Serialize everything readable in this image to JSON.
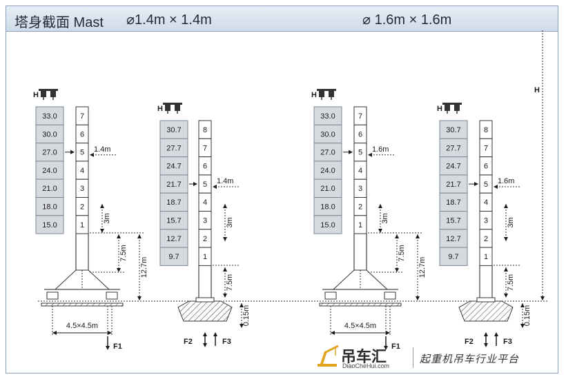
{
  "header": {
    "left_title": "塔身截面 Mast",
    "left_size": "⌀1.4m × 1.4m",
    "right_size": "⌀ 1.6m × 1.6m"
  },
  "panels": [
    {
      "key": "a",
      "heights": [
        "33.0",
        "30.0",
        "27.0",
        "24.0",
        "21.0",
        "18.0",
        "15.0"
      ],
      "sections": [
        "7",
        "6",
        "5",
        "4",
        "3",
        "2",
        "1"
      ],
      "mast_width": "1.4m",
      "dims": [
        "3m",
        "7.5m",
        "12.7m"
      ],
      "base": "4.5×4.5m",
      "force": "F1"
    },
    {
      "key": "b",
      "heights": [
        "30.7",
        "27.7",
        "24.7",
        "21.7",
        "18.7",
        "15.7",
        "12.7",
        "9.7"
      ],
      "sections": [
        "8",
        "7",
        "6",
        "5",
        "4",
        "3",
        "2",
        "1"
      ],
      "mast_width": "1.4m",
      "dims": [
        "3m",
        "7.5m",
        "0.15m"
      ],
      "forces": [
        "F2",
        "F3"
      ]
    },
    {
      "key": "c",
      "heights": [
        "33.0",
        "30.0",
        "27.0",
        "24.0",
        "21.0",
        "18.0",
        "15.0"
      ],
      "sections": [
        "7",
        "6",
        "5",
        "4",
        "3",
        "2",
        "1"
      ],
      "mast_width": "1.6m",
      "dims": [
        "3m",
        "7.5m",
        "12.7m"
      ],
      "base": "4.5×4.5m",
      "force": "F1"
    },
    {
      "key": "d",
      "heights": [
        "30.7",
        "27.7",
        "24.7",
        "21.7",
        "18.7",
        "15.7",
        "12.7",
        "9.7"
      ],
      "sections": [
        "8",
        "7",
        "6",
        "5",
        "4",
        "3",
        "2",
        "1"
      ],
      "mast_width": "1.6m",
      "dims": [
        "3m",
        "7.5m",
        "0.15m"
      ],
      "forces": [
        "F2",
        "F3"
      ]
    }
  ],
  "height_label": "H",
  "icon": "tower-crane-icon",
  "colors": {
    "cell_fill": "#d6d9dd",
    "border": "#7a8796",
    "dashed": "#333333"
  },
  "watermark": {
    "name": "吊车汇",
    "url": "DiaoCheHui.com",
    "slogan": "起重机吊车行业平台"
  }
}
